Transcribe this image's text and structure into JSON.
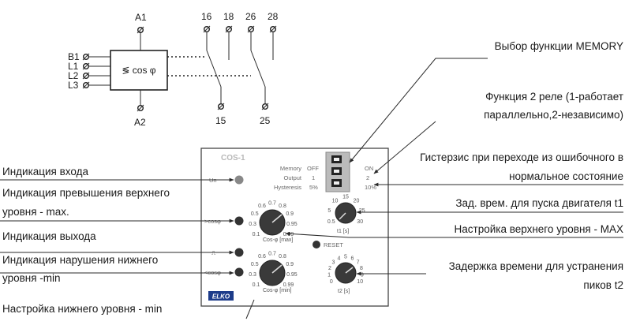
{
  "wiring": {
    "terminals_top": [
      "A1",
      "16",
      "18",
      "26",
      "28"
    ],
    "terminals_left": [
      "B1",
      "L1",
      "L2",
      "L3"
    ],
    "terminals_bottom": [
      "A2",
      "15",
      "25"
    ],
    "module_label": "≶ cos φ"
  },
  "panel": {
    "model": "COS-1",
    "brand": "ELKO",
    "switch_rows": [
      {
        "name": "Memory",
        "off": "OFF",
        "on": "ON"
      },
      {
        "name": "Output",
        "off": "1",
        "on": "2"
      },
      {
        "name": "Hysteresis",
        "off": "5%",
        "on": "10%"
      }
    ],
    "led_labels": [
      "Un",
      ">cosφ",
      "⎍",
      "<cosφ"
    ],
    "reset_label": "RESET",
    "knobs": {
      "max": {
        "label": "Cos-φ [max]",
        "scale": [
          "0.1",
          "0.3",
          "0.5",
          "0.6",
          "0.7",
          "0.8",
          "0.9",
          "0.95",
          "0.99"
        ]
      },
      "min": {
        "label": "Cos-φ [min]",
        "scale": [
          "0.1",
          "0.3",
          "0.5",
          "0.6",
          "0.7",
          "0.8",
          "0.9",
          "0.95",
          "0.99"
        ]
      },
      "t1": {
        "label": "t1 [s]",
        "scale": [
          "0.5",
          "5",
          "10",
          "15",
          "20",
          "25",
          "30"
        ]
      },
      "t2": {
        "label": "t2 [s]",
        "scale": [
          "0",
          "1",
          "2",
          "3",
          "4",
          "5",
          "6",
          "7",
          "8",
          "9",
          "10"
        ]
      }
    }
  },
  "callouts": {
    "memory": "Выбор функции MEMORY",
    "relay_line1": "Функция 2 реле (1-работает",
    "relay_line2": "параллельно,2-независимо)",
    "hyst_line1": "Гистерзис при переходе из ошибочного в",
    "hyst_line2": "нормальное состояние",
    "t1": "Зад. врем. для пуска двигателя t1",
    "max": "Настройка верхнего уровня - MAX",
    "t2_line1": "Задержка времени для устранения",
    "t2_line2": "пиков t2",
    "input": "Индикация входа",
    "over_line1": "Индикация превышения верхнего",
    "over_line2": "уровня - max.",
    "output": "Индикация выхода",
    "under_line1": "Индикация нарушения нижнего",
    "under_line2": "уровня -min",
    "min": "Настройка нижнего уровня - min"
  }
}
